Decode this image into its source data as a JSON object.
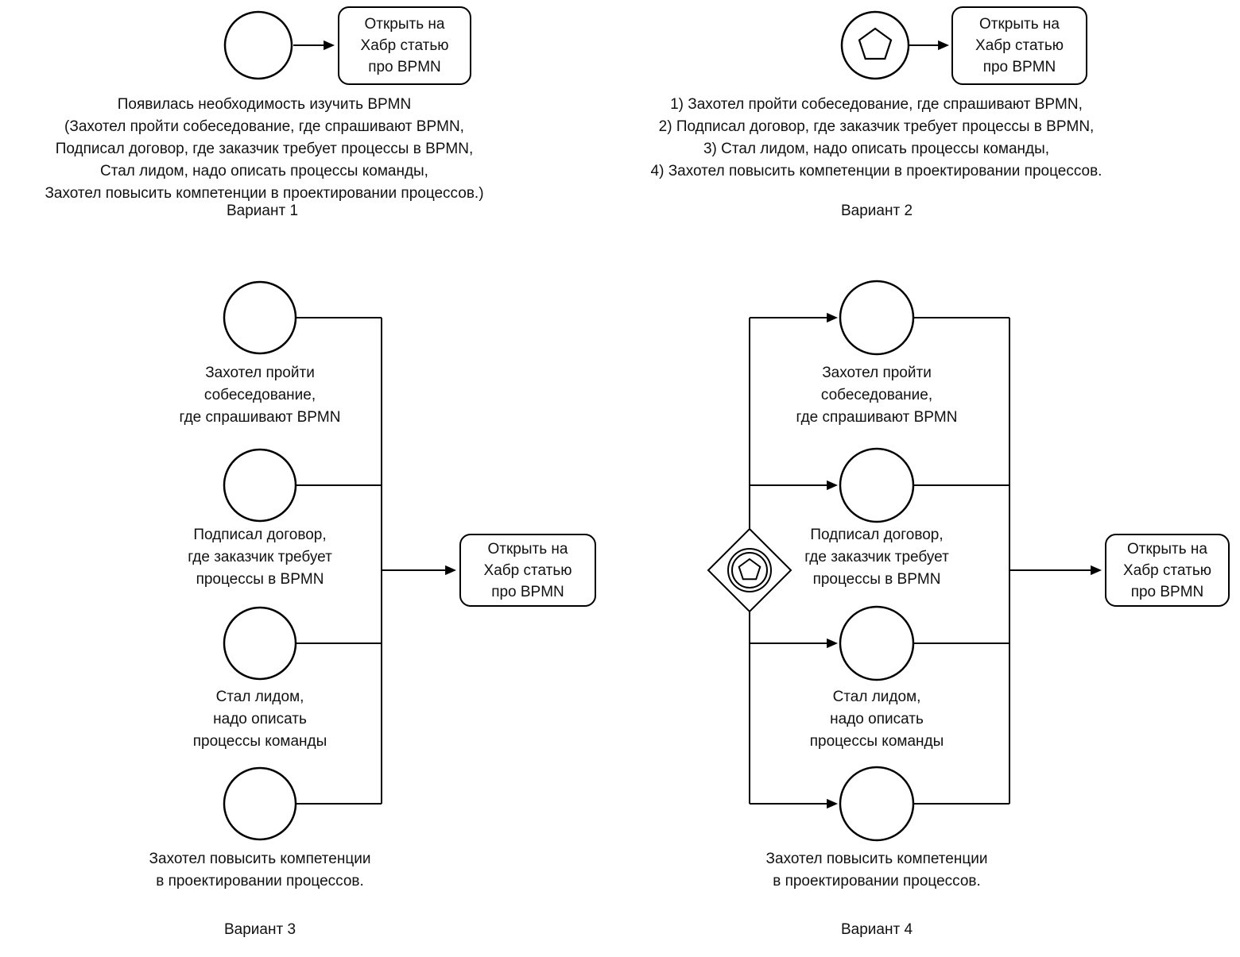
{
  "tasks": {
    "open_article": "Открыть на\nХабр статью\nпро BPMN"
  },
  "variant1": {
    "description": "Появилась необходимость изучить BPMN\n(Захотел пройти собеседование, где спрашивают BPMN,\nПодписал договор, где заказчик требует процессы в BPMN,\nСтал лидом, надо описать процессы команды,\nЗахотел повысить компетенции в проектировании процессов.)",
    "caption": "Вариант 1"
  },
  "variant2": {
    "description": "1) Захотел пройти собеседование, где спрашивают BPMN,\n2) Подписал договор, где заказчик требует процессы в BPMN,\n3) Стал лидом, надо описать процессы команды,\n4) Захотел повысить компетенции в проектировании процессов.",
    "caption": "Вариант 2"
  },
  "variant3": {
    "caption": "Вариант 3",
    "events": [
      {
        "label": "Захотел пройти\nсобеседование,\nгде спрашивают BPMN"
      },
      {
        "label": "Подписал договор,\nгде заказчик требует\nпроцессы в BPMN"
      },
      {
        "label": "Стал лидом,\nнадо описать\nпроцессы команды"
      },
      {
        "label": "Захотел повысить компетенции\nв проектировании процессов."
      }
    ]
  },
  "variant4": {
    "caption": "Вариант 4",
    "events": [
      {
        "label": "Захотел пройти\nсобеседование,\nгде спрашивают BPMN"
      },
      {
        "label": "Подписал договор,\nгде заказчик требует\nпроцессы в BPMN"
      },
      {
        "label": "Стал лидом,\nнадо описать\nпроцессы команды"
      },
      {
        "label": "Захотел повысить компетенции\nв проектировании процессов."
      }
    ]
  },
  "colors": {
    "stroke": "#000000",
    "background": "#ffffff",
    "text": "#111111"
  }
}
